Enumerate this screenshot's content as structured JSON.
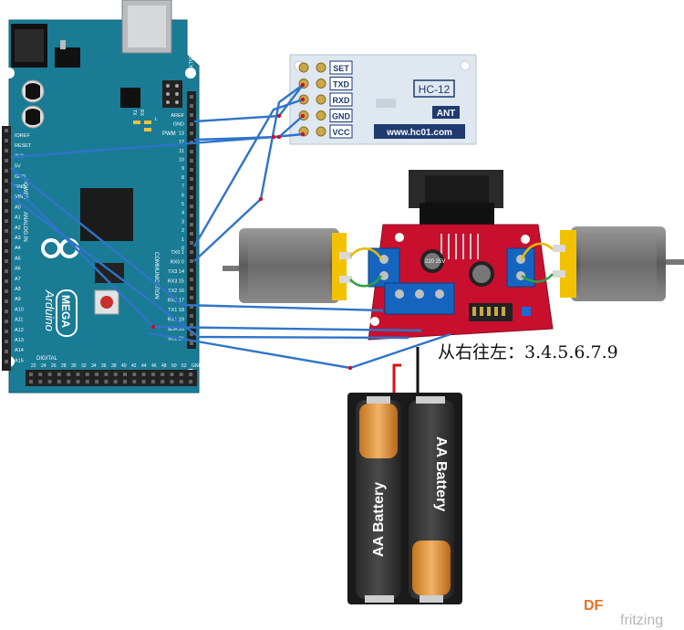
{
  "arduino": {
    "made_in_italy": "MADE IN ITALY",
    "brand": "Arduino",
    "model": "MEGA",
    "power_label": "POWER",
    "analog_in_label": "ANALOG IN",
    "communication_label": "COMMUNICATION",
    "pwm_label": "PWM",
    "digital_label": "DIGITAL",
    "tx_label": "TX",
    "rx_label": "RX",
    "l_label": "L",
    "left_pins": [
      "IOREF",
      "RESET",
      "3V3",
      "5V",
      "GND",
      "GND",
      "VIN",
      "A0",
      "A1",
      "A2",
      "A3",
      "A4",
      "A5",
      "A6",
      "A7",
      "A8",
      "A9",
      "A10",
      "A11",
      "A12",
      "A13",
      "A14",
      "A15"
    ],
    "right_pins_top": [
      "AREF",
      "GND",
      "13",
      "12",
      "11",
      "10",
      "9",
      "8",
      "7",
      "6",
      "5",
      "4",
      "3",
      "2",
      "1",
      "0"
    ],
    "right_pins_comm": [
      "TX0 1",
      "RX0 0",
      "TX3 14",
      "RX3 15",
      "TX2 16",
      "RX2 17",
      "TX1 18",
      "RX1 19",
      "SDA 20",
      "SCL 21"
    ],
    "bottom_pins": [
      "22",
      "24",
      "26",
      "28",
      "30",
      "32",
      "34",
      "36",
      "38",
      "40",
      "42",
      "44",
      "46",
      "48",
      "50",
      "52",
      "GND"
    ]
  },
  "hc12": {
    "pins": [
      "SET",
      "TXD",
      "RXD",
      "GND",
      "VCC"
    ],
    "model": "HC-12",
    "ant": "ANT",
    "website": "www.hc01.com"
  },
  "driver": {
    "cap_label": "220 25V"
  },
  "annotation": "从右往左：3.4.5.6.7.9",
  "battery": {
    "cell_label": "AA Battery"
  },
  "watermark": {
    "df": "DF",
    "fritzing": "fritzing"
  },
  "colors": {
    "board": "#1a7b95",
    "wire": "#2f74c8",
    "driver_pcb": "#c8102e",
    "terminal": "#1565c0",
    "hc12_board": "#dfe8f0",
    "battery_case": "#1a1a1a",
    "battery_gold": "#d9913a"
  }
}
